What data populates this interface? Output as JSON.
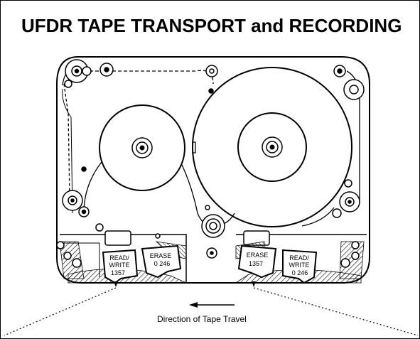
{
  "title": "UFDR TAPE TRANSPORT and RECORDING",
  "heads": {
    "left_rw": {
      "line1": "READ/",
      "line2": "WRITE",
      "line3": "1357"
    },
    "left_erase": {
      "line1": "ERASE",
      "line2": "0 246"
    },
    "right_erase": {
      "line1": "ERASE",
      "line2": "1357"
    },
    "right_rw": {
      "line1": "READ/",
      "line2": "WRITE",
      "line3": "0 246"
    }
  },
  "caption": "Direction of Tape Travel",
  "colors": {
    "ink": "#000000",
    "paper": "#ffffff"
  }
}
